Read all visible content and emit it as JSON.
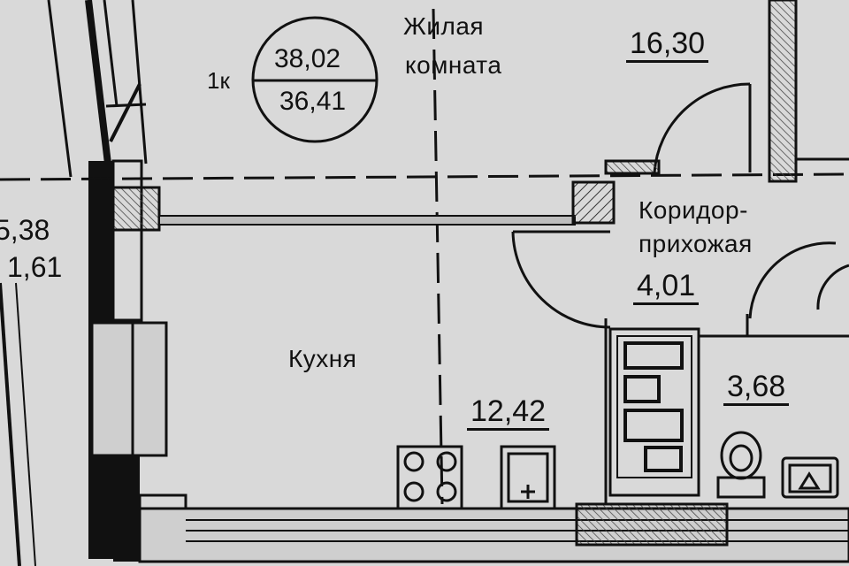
{
  "unit": {
    "type_label": "1к",
    "total_area": "38,02",
    "living_area": "36,41"
  },
  "rooms": {
    "living": {
      "name_line1": "Жилая",
      "name_line2": "комната",
      "area": "16,30"
    },
    "corridor": {
      "name_line1": "Коридор-",
      "name_line2": "прихожая",
      "area": "4,01"
    },
    "kitchen": {
      "name": "Кухня",
      "area": "12,42"
    },
    "bathroom": {
      "area": "3,68"
    },
    "neighbor": {
      "area_top": "5,38",
      "area_bottom": "1,61"
    }
  },
  "colors": {
    "paper": "#d9d9d9",
    "ink": "#111111",
    "wall": "#1a1a1a"
  }
}
